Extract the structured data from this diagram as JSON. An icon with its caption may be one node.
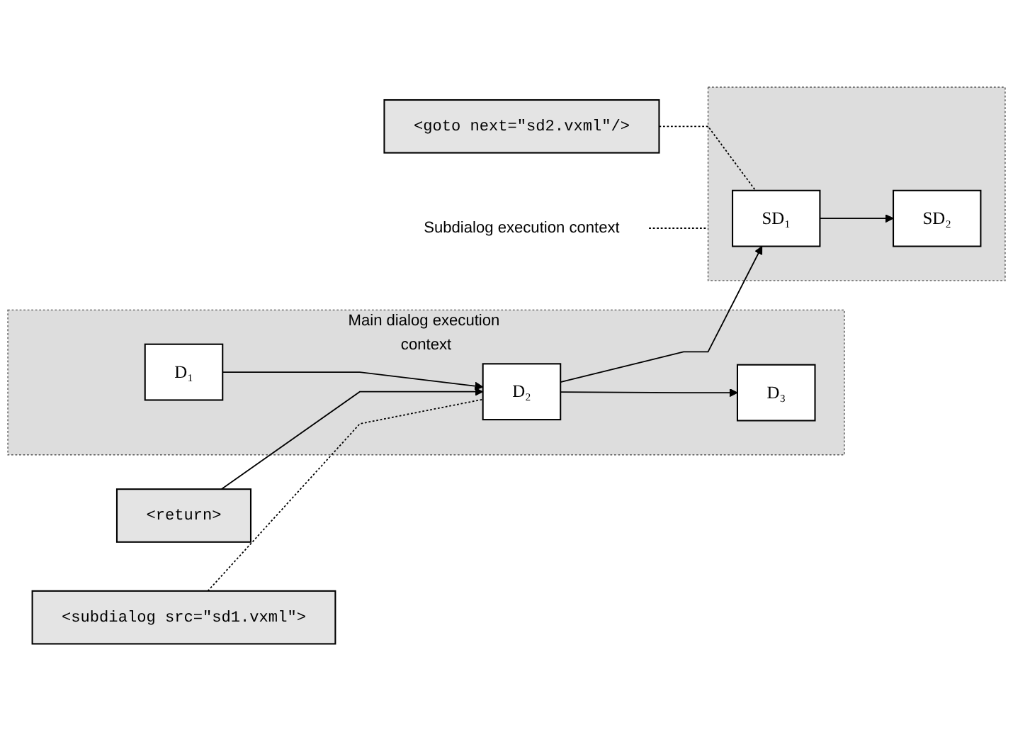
{
  "diagram": {
    "nodes": [
      {
        "text": [
          "Main dialog execution context"
        ]
      },
      {
        "text": [
          "D₁"
        ],
        "in": 0
      },
      {
        "text": [
          "D₂"
        ],
        "in": 0
      },
      {
        "text": [
          "D₃"
        ],
        "in": 0
      },
      {
        "text": [
          "<subdialog src=\"sd1.vxml\">"
        ]
      },
      {
        "text": [],
        "shape": "box"
      },
      {
        "text": [
          "SD₁"
        ],
        "in": 5
      },
      {
        "text": [
          "SD₂"
        ],
        "in": 5
      },
      {
        "text": [
          "<return>"
        ]
      },
      {
        "text": [
          "<goto next=\"sd2.vxml\"/>"
        ]
      },
      {
        "text": [
          "Subdialog execution context"
        ]
      }
    ],
    "edges": [
      {
        "from": 1,
        "to": 2,
        "arrow": "to"
      },
      {
        "from": 2,
        "to": 3,
        "arrow": "to"
      },
      {
        "from": 2,
        "to": 6,
        "arrow": "to"
      },
      {
        "from": 6,
        "to": 7,
        "arrow": "to"
      },
      {
        "from": 8,
        "to": 2,
        "arrow": "to"
      },
      {
        "from": 4,
        "to": 2,
        "arrow": "none",
        "style": "dashed"
      },
      {
        "from": 9,
        "to": 6,
        "arrow": "none",
        "style": "dashed"
      },
      {
        "from": 10,
        "to": 5,
        "arrow": "none",
        "style": "dashed"
      }
    ]
  }
}
